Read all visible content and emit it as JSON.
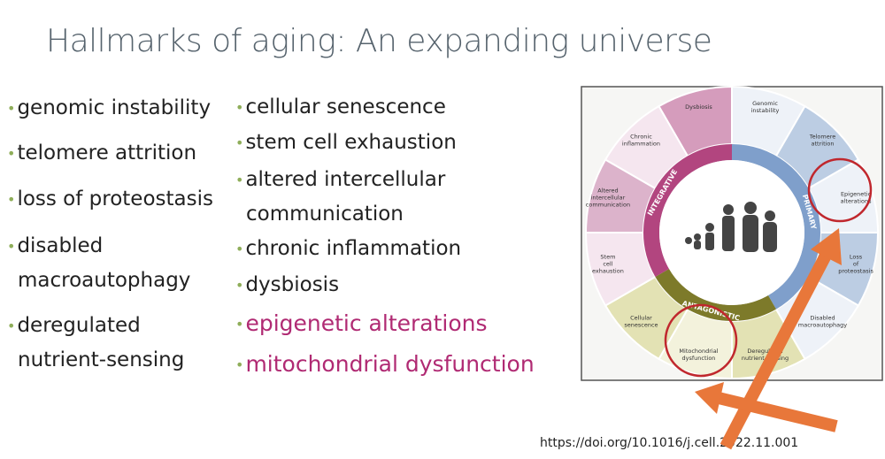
{
  "title": "Hallmarks of aging: An expanding universe",
  "left_items": [
    {
      "lines": [
        "genomic instability"
      ]
    },
    {
      "lines": [
        "telomere attrition"
      ]
    },
    {
      "lines": [
        "loss of proteostasis"
      ]
    },
    {
      "lines": [
        "disabled",
        "macroautophagy"
      ]
    },
    {
      "lines": [
        "deregulated",
        "nutrient-sensing"
      ]
    }
  ],
  "right_items": [
    {
      "lines": [
        "cellular senescence"
      ]
    },
    {
      "lines": [
        "stem cell exhaustion"
      ]
    },
    {
      "lines": [
        "altered intercellular",
        "communication"
      ]
    },
    {
      "lines": [
        "chronic inflammation"
      ]
    },
    {
      "lines": [
        "dysbiosis"
      ]
    },
    {
      "lines": [
        "epigenetic alterations"
      ],
      "highlight": true
    },
    {
      "lines": [
        "mitochondrial dysfunction"
      ],
      "highlight": true
    }
  ],
  "doi": "https://doi.org/10.1016/j.cell.2022.11.001",
  "diagram": {
    "categories": [
      {
        "label": "PRIMARY",
        "color": "#7f9fcb"
      },
      {
        "label": "ANTAGONISTIC",
        "color": "#7d7a2a"
      },
      {
        "label": "INTEGRATIVE",
        "color": "#b2457f"
      }
    ],
    "segments": [
      {
        "label": "Genomic instability",
        "color": "#eef2f8"
      },
      {
        "label": "Telomere attrition",
        "color": "#bccde3"
      },
      {
        "label": "Epigenetic alterations",
        "color": "#eef2f8"
      },
      {
        "label": "Loss of proteostasis",
        "color": "#bccde3"
      },
      {
        "label": "Disabled macroautophagy",
        "color": "#eef2f8"
      },
      {
        "label": "Deregulated nutrient-sensing",
        "color": "#e3e2b4"
      },
      {
        "label": "Mitochondrial dysfunction",
        "color": "#f3f2dc"
      },
      {
        "label": "Cellular senescence",
        "color": "#e3e2b4"
      },
      {
        "label": "Stem cell exhaustion",
        "color": "#f5e6ef"
      },
      {
        "label": "Altered intercellular communication",
        "color": "#dcb3cb"
      },
      {
        "label": "Chronic inflammation",
        "color": "#f5e6ef"
      },
      {
        "label": "Dysbiosis",
        "color": "#d59cbc"
      }
    ],
    "highlight_color": "#c0272d",
    "arrow_color": "#e8773a"
  }
}
